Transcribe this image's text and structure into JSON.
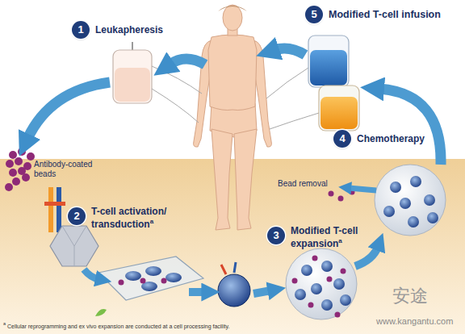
{
  "diagram": {
    "nodes": [
      {
        "text": [
          "1",
          "Leukapheresis"
        ]
      },
      {
        "text": [
          "2",
          "T-cell activation/ transduction",
          "a"
        ]
      },
      {
        "text": [
          "3",
          "Modified T-cell expansion",
          "a"
        ]
      },
      {
        "text": [
          "4",
          "Chemotherapy"
        ]
      },
      {
        "text": [
          "5",
          "Modified T-cell infusion"
        ]
      }
    ],
    "labels": [
      "Antibody-coated beads",
      "Bead removal",
      "a",
      "Cellular reprogramming and ex vivo expansion are conducted at a cell processing facility.",
      "安途",
      "www.kangantu.com"
    ]
  }
}
